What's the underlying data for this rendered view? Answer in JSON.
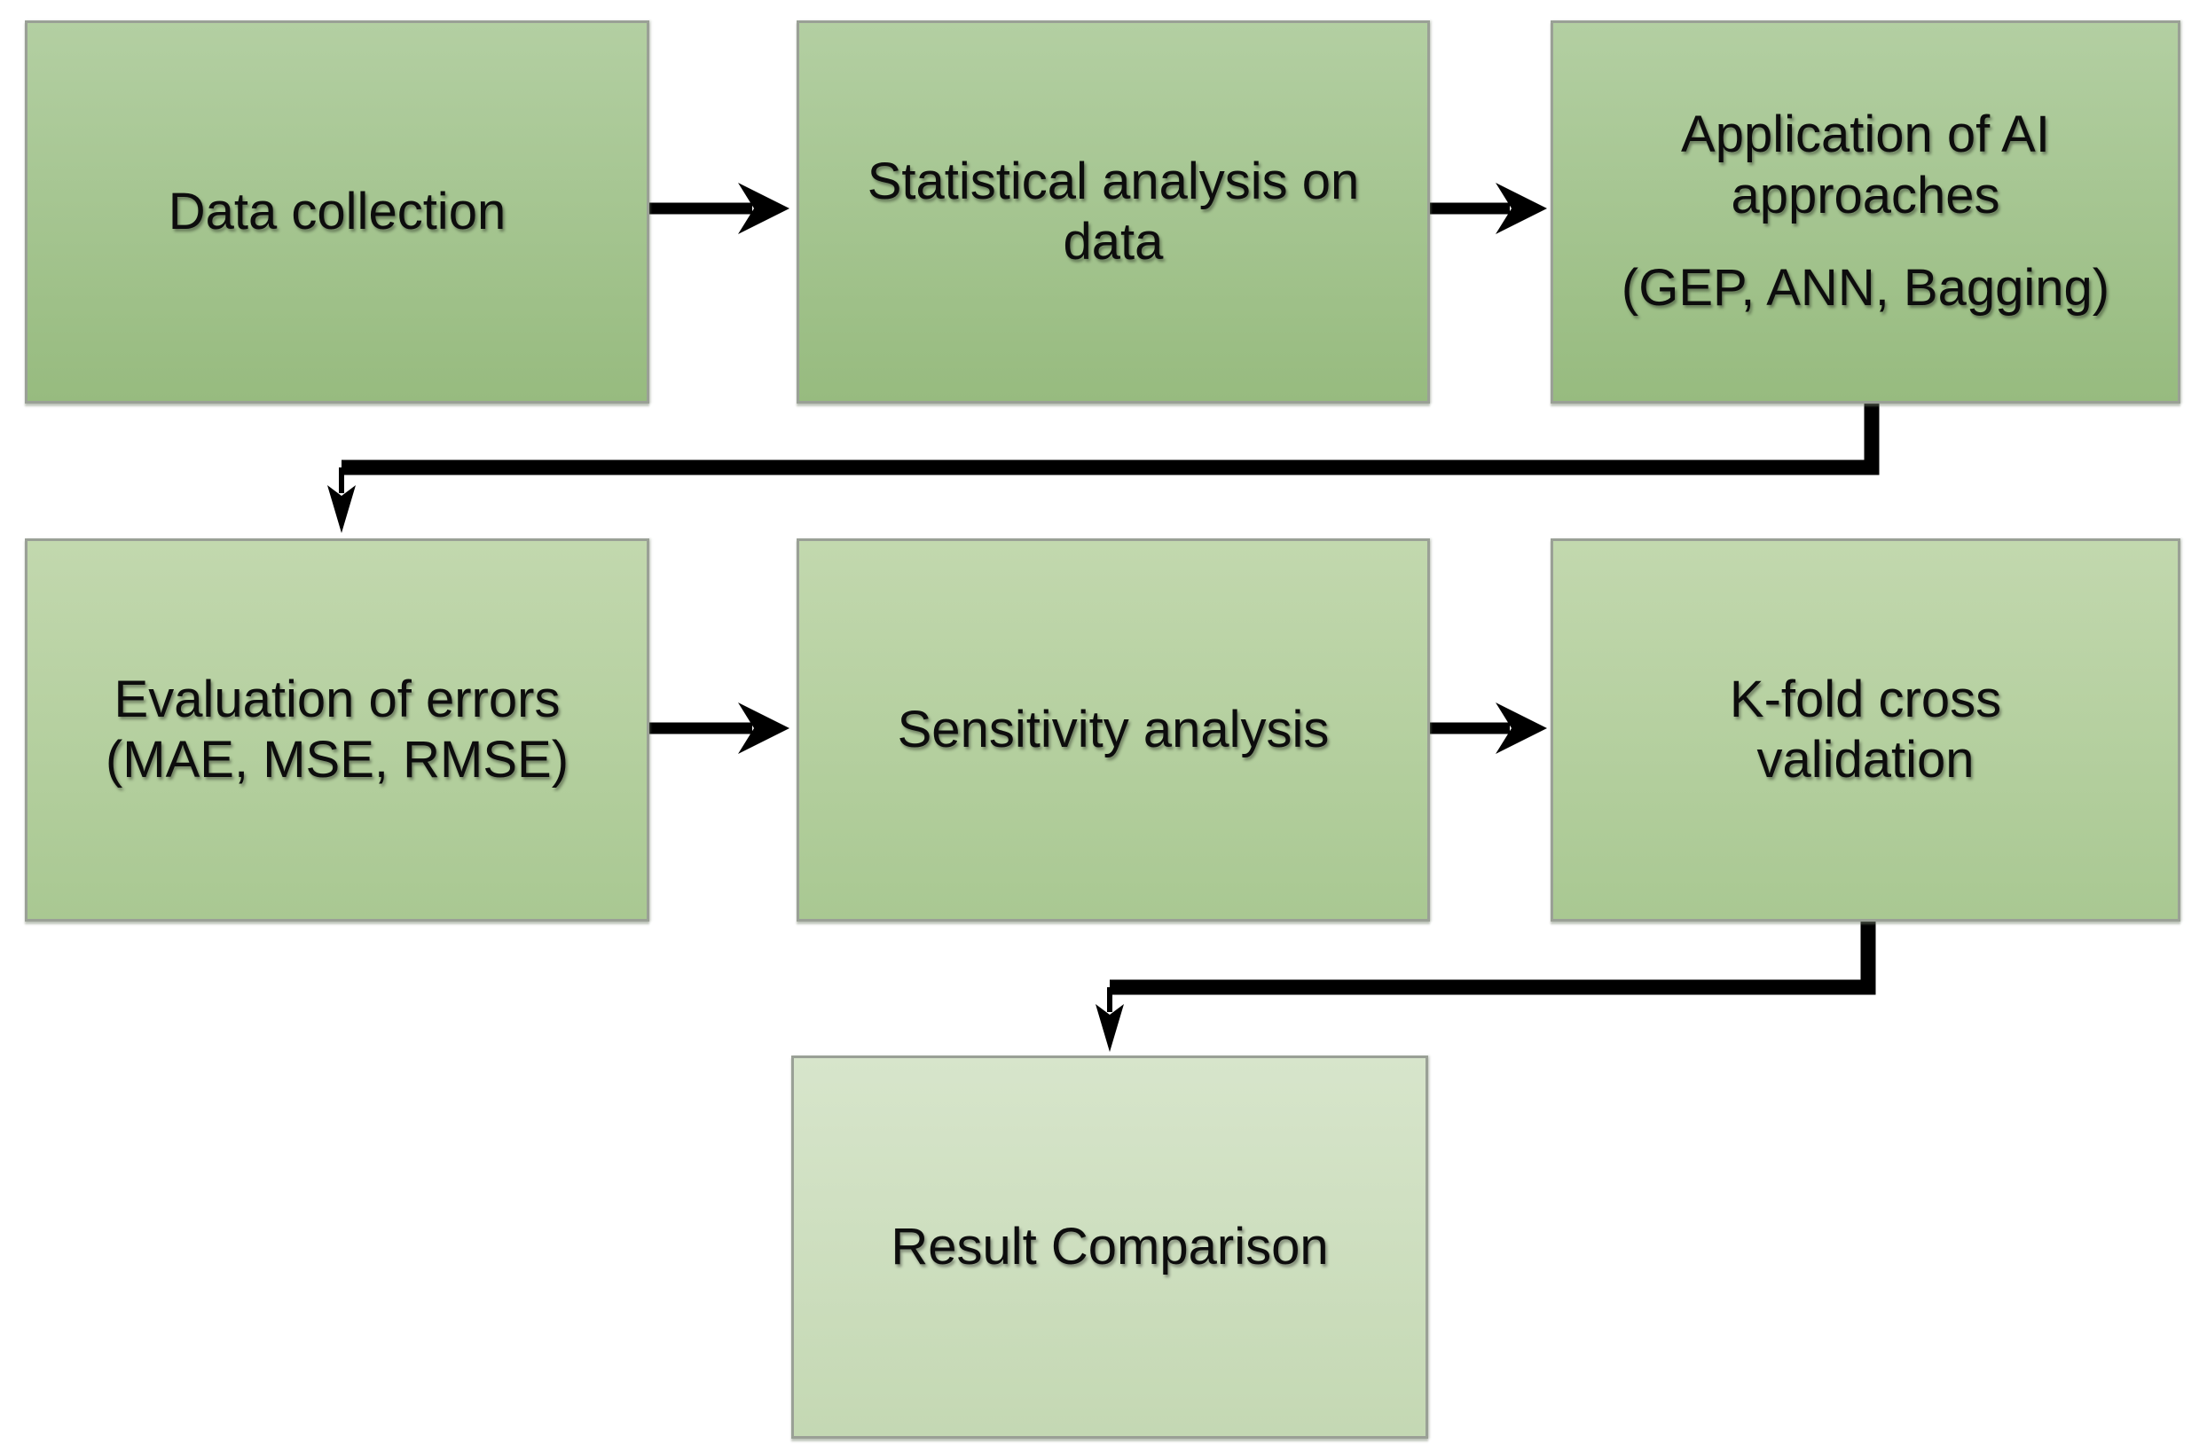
{
  "diagram": {
    "title": "AI modelling workflow flowchart",
    "nodes": [
      {
        "id": "data-collection",
        "lines": [
          "Data collection"
        ]
      },
      {
        "id": "statistical-analysis",
        "lines": [
          "Statistical analysis on",
          "data"
        ]
      },
      {
        "id": "ai-approaches",
        "lines": [
          "Application of AI",
          "approaches",
          "(GEP, ANN, Bagging)"
        ]
      },
      {
        "id": "error-evaluation",
        "lines": [
          "Evaluation of errors",
          "(MAE, MSE, RMSE)"
        ]
      },
      {
        "id": "sensitivity-analysis",
        "lines": [
          "Sensitivity analysis"
        ]
      },
      {
        "id": "kfold-validation",
        "lines": [
          "K-fold cross",
          "validation"
        ]
      },
      {
        "id": "result-comparison",
        "lines": [
          "Result Comparison"
        ]
      }
    ],
    "edges": [
      {
        "from": "data-collection",
        "to": "statistical-analysis"
      },
      {
        "from": "statistical-analysis",
        "to": "ai-approaches"
      },
      {
        "from": "ai-approaches",
        "to": "error-evaluation"
      },
      {
        "from": "error-evaluation",
        "to": "sensitivity-analysis"
      },
      {
        "from": "sensitivity-analysis",
        "to": "kfold-validation"
      },
      {
        "from": "kfold-validation",
        "to": "result-comparison"
      }
    ]
  },
  "theme": {
    "row1_top": "#b3cfa2",
    "row1_bottom": "#97bb7f",
    "row2_top": "#c2d8ae",
    "row2_bottom": "#a9c892",
    "row3_top": "#d7e5cb",
    "row3_bottom": "#c4d8b3",
    "border": "#9aa096",
    "arrow": "#000000",
    "text": "#0d0d0d",
    "background": "#ffffff"
  }
}
